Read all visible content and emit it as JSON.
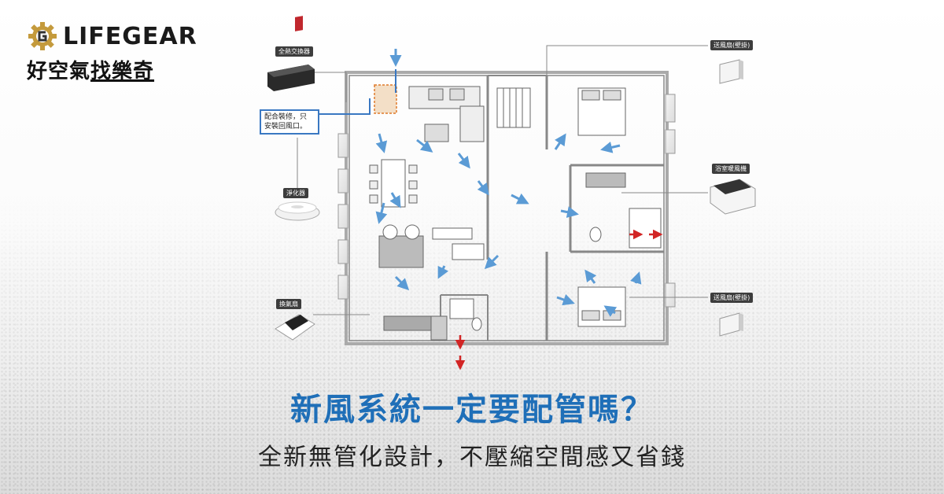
{
  "brand": {
    "name": "LIFEGEAR",
    "slogan_part1": "好空氣",
    "slogan_part2": "找樂奇"
  },
  "labels": {
    "erv": "全熱交換器",
    "callout_line1": "配合裝修，只",
    "callout_line2": "安裝回風口。",
    "purifier": "淨化器",
    "vent_fan": "換氣扇",
    "supply_top": "送風扇(壁掛)",
    "bath_heater": "浴室暖風機",
    "supply_bottom": "送風扇(壁掛)"
  },
  "headline": {
    "title": "新風系統一定要配管嗎？",
    "subtitle": "全新無管化設計，不壓縮空間感又省錢"
  },
  "colors": {
    "accent": "#1f6fb8",
    "airflow": "#5b9bd5",
    "exhaust": "#d22525",
    "brand_gold": "#c49a3c"
  },
  "icons": [
    "gear-logo-icon",
    "erv-unit-icon",
    "purifier-icon",
    "vent-fan-icon",
    "supply-fan-icon",
    "bath-heater-icon"
  ]
}
